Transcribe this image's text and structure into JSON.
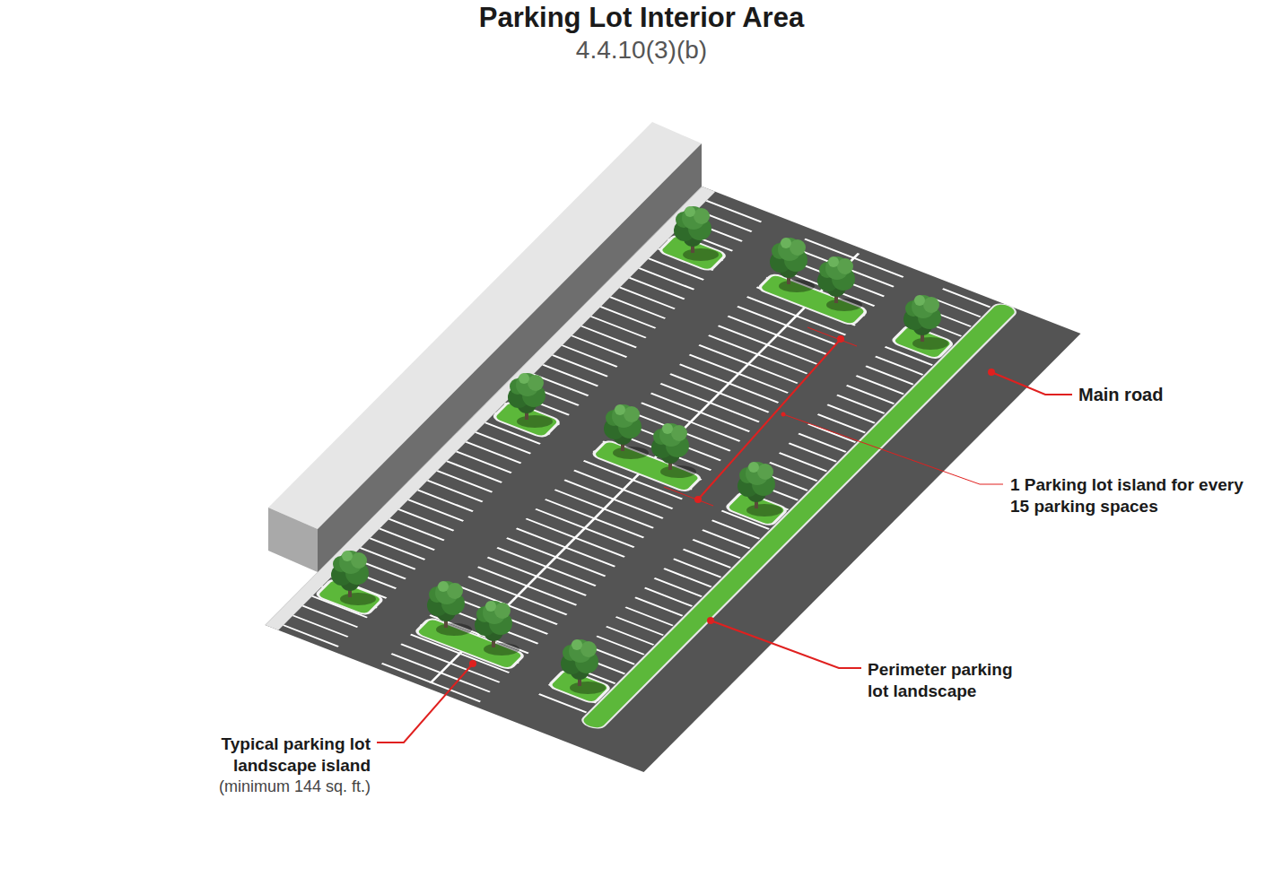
{
  "diagram": {
    "title": "Parking Lot Interior Area",
    "labels": [
      "4.4.10(3)(b)",
      "Main road",
      "1 Parking lot island for every 15 parking spaces",
      "Perimeter parking lot landscape",
      "Typical parking lot landscape island",
      "(minimum 144 sq. ft.)"
    ]
  }
}
